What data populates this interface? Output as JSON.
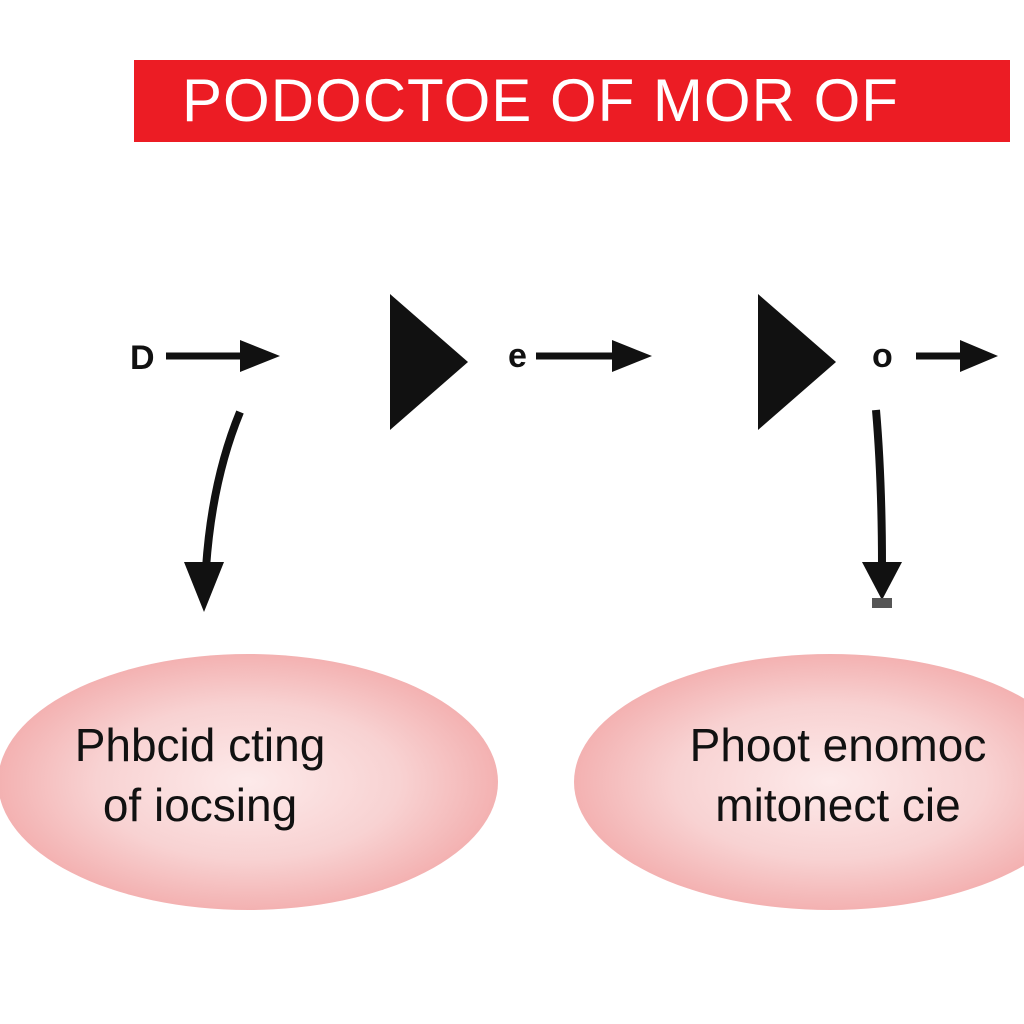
{
  "title": {
    "text": "PODOCTOE OF MOR OF",
    "color": "#ec1c24"
  },
  "flow": {
    "nodes": [
      {
        "label": "D"
      },
      {
        "label": "e"
      },
      {
        "label": "o"
      }
    ]
  },
  "outcomes": [
    {
      "line1": "Phbcid cting",
      "line2": "of iocsing"
    },
    {
      "line1": "Phoot enomoc",
      "line2": "mitonect cie"
    }
  ],
  "colors": {
    "arrow": "#111111",
    "ellipse_fill": "#f6c9c9",
    "ellipse_edge": "#f0a9a9"
  }
}
